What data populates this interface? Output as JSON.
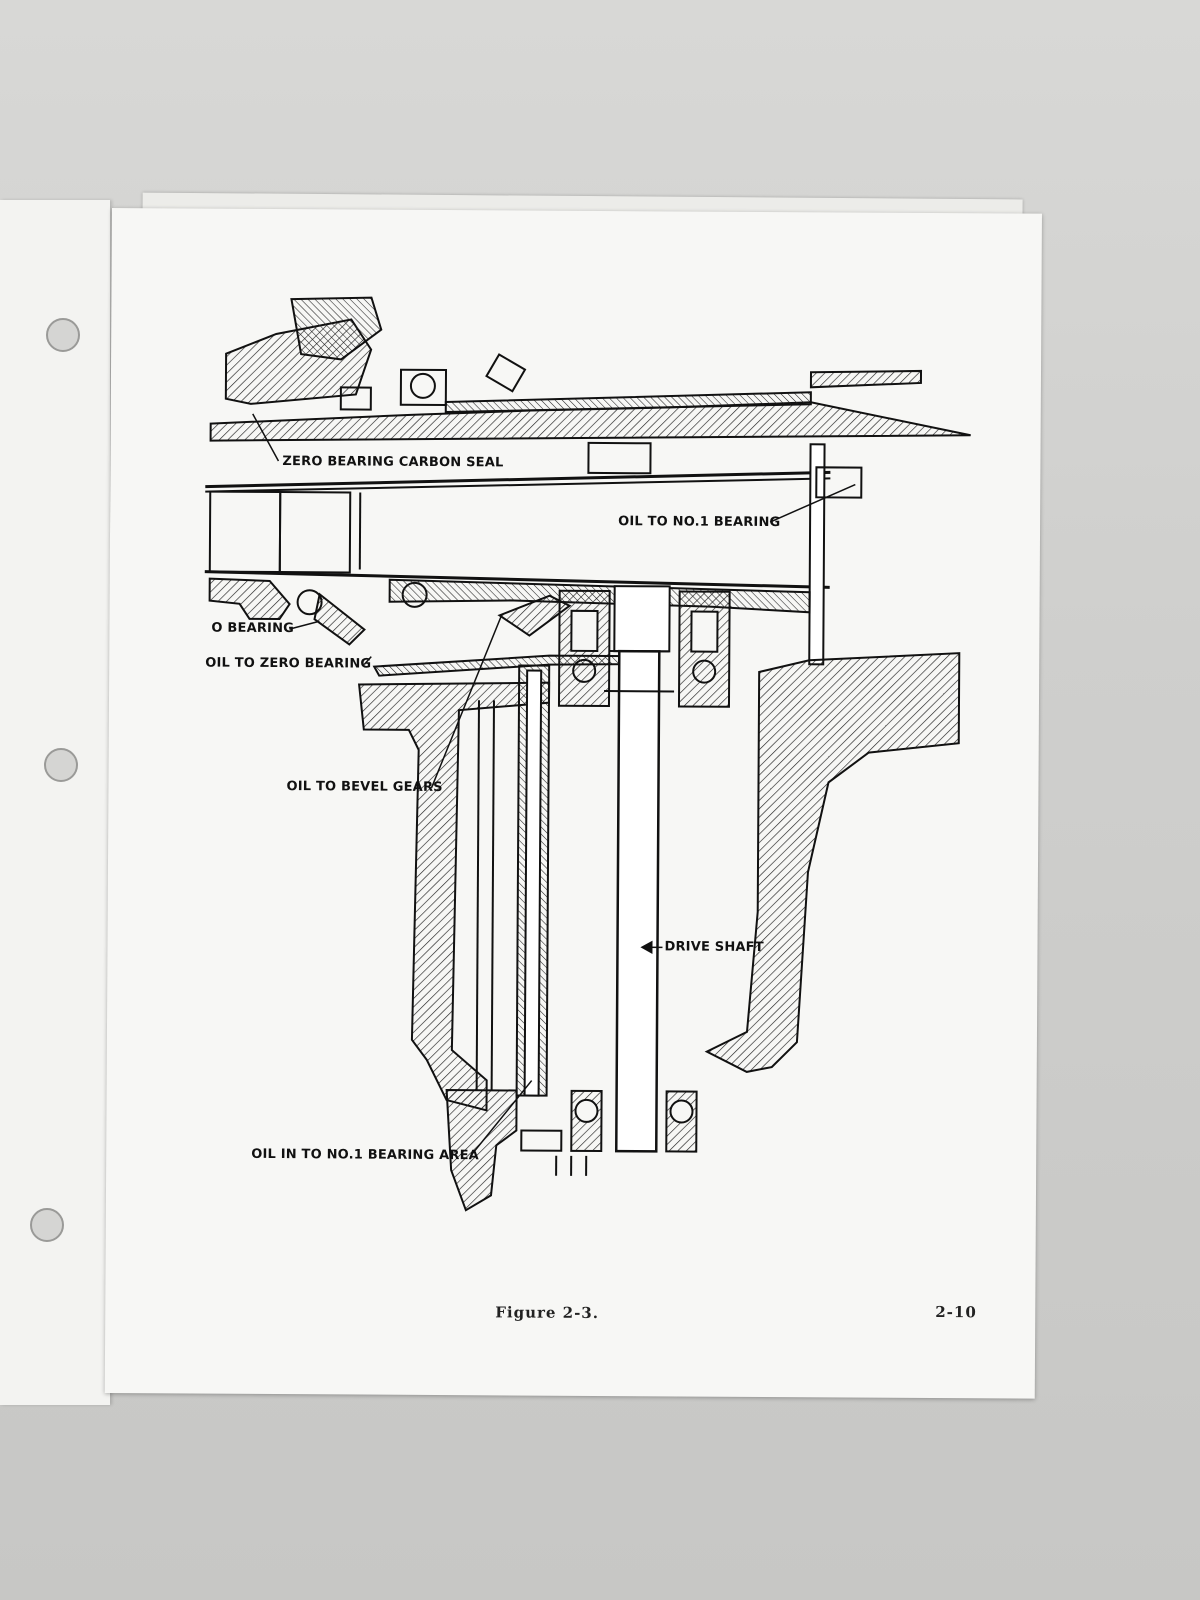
{
  "labels": {
    "zero_bearing_carbon_seal": "ZERO BEARING CARBON SEAL",
    "oil_to_no1_bearing": "OIL TO NO.1 BEARING",
    "o_bearing": "O BEARING",
    "oil_to_zero_bearing": "OIL TO ZERO BEARING",
    "oil_to_bevel_gears": "OIL TO BEVEL GEARS",
    "drive_shaft": "DRIVE SHAFT",
    "oil_in_to_no1_bearing_area": "OIL IN TO NO.1 BEARING AREA"
  },
  "caption": "Figure 2-3.",
  "page_number": "2-10"
}
